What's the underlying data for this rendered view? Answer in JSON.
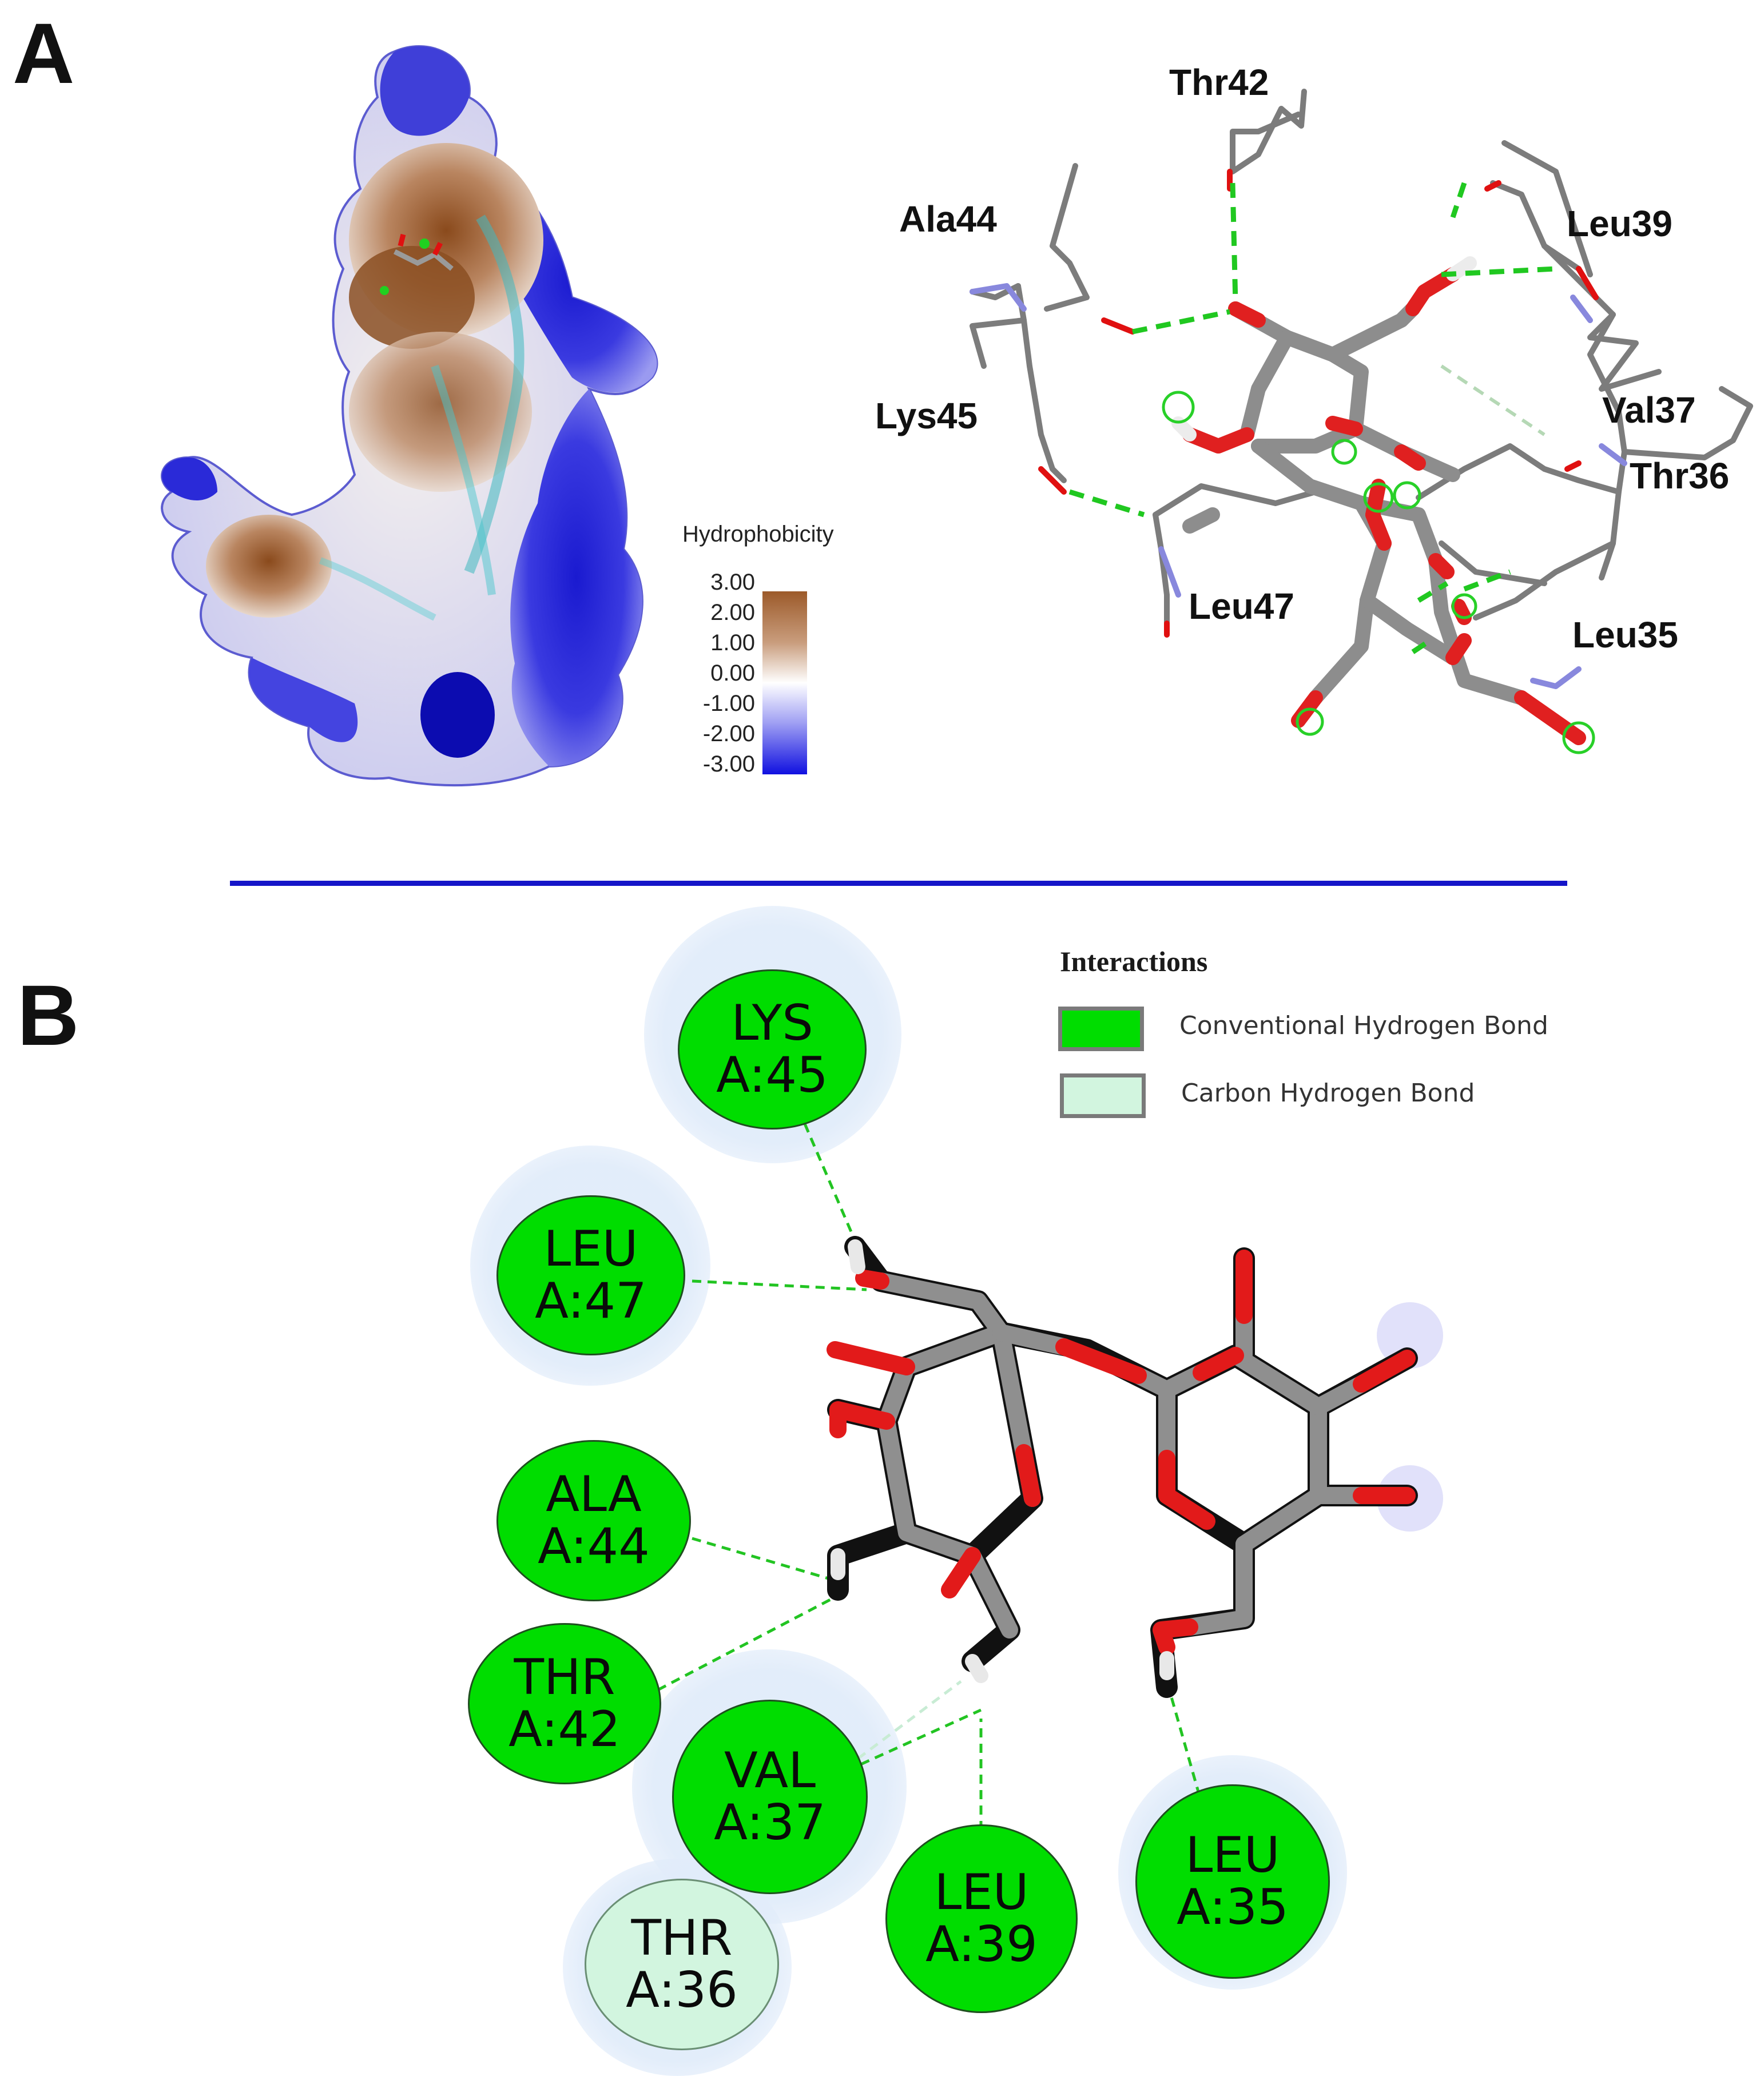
{
  "panels": {
    "a_letter": "A",
    "b_letter": "B"
  },
  "panel_a": {
    "scale": {
      "title": "Hydrophobicity",
      "ticks": [
        "3.00",
        "2.00",
        "1.00",
        "0.00",
        "-1.00",
        "-2.00",
        "-3.00"
      ],
      "colors": {
        "hydrophobic": "#9c5a2a",
        "neutral": "#ffffff",
        "hydrophilic": "#1010e0"
      }
    },
    "residue_labels": [
      "Thr42",
      "Ala44",
      "Leu39",
      "Lys45",
      "Val37",
      "Thr36",
      "Leu47",
      "Leu35"
    ]
  },
  "divider_color": "#1515c8",
  "panel_b": {
    "legend": {
      "title": "Interactions",
      "items": [
        {
          "label": "Conventional Hydrogen Bond",
          "color": "#00dd00"
        },
        {
          "label": "Carbon Hydrogen Bond",
          "color": "#d2f5df"
        }
      ]
    },
    "residues": [
      {
        "name": "LYS",
        "id": "A:45",
        "type": "conventional"
      },
      {
        "name": "LEU",
        "id": "A:47",
        "type": "conventional"
      },
      {
        "name": "ALA",
        "id": "A:44",
        "type": "conventional"
      },
      {
        "name": "THR",
        "id": "A:42",
        "type": "conventional"
      },
      {
        "name": "VAL",
        "id": "A:37",
        "type": "conventional"
      },
      {
        "name": "THR",
        "id": "A:36",
        "type": "carbon"
      },
      {
        "name": "LEU",
        "id": "A:39",
        "type": "conventional"
      },
      {
        "name": "LEU",
        "id": "A:35",
        "type": "conventional"
      }
    ]
  }
}
